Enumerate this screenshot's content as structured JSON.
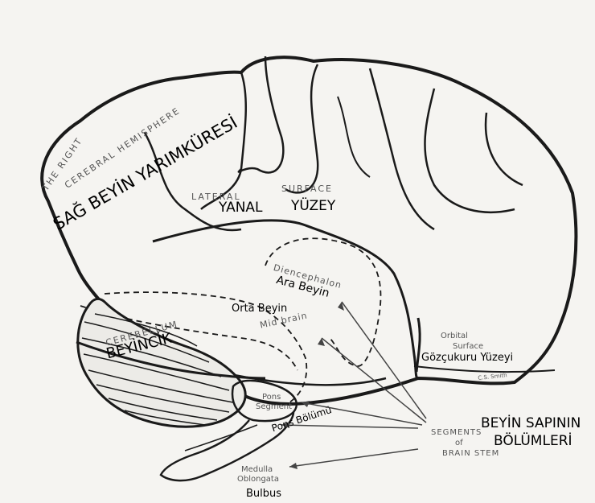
{
  "labels": {
    "right_hemisphere_en_1": "THE RIGHT",
    "right_hemisphere_en_2": "CEREBRAL HEMISPHERE",
    "right_hemisphere_tr": "SAĞ BEYİN YARIMKÜRESİ",
    "lateral_en": "LATERAL",
    "surface_en": "SURFACE",
    "lateral_tr": "YANAL",
    "surface_tr": "YÜZEY",
    "diencephalon_en": "Diencephalon",
    "diencephalon_tr": "Ara Beyin",
    "midbrain_tr": "Orta Beyin",
    "midbrain_en": "Mid brain",
    "cerebellum_en": "CEREBELLUM",
    "cerebellum_tr": "BEYİNCİK",
    "orbital_en_1": "Orbital",
    "orbital_en_2": "Surface",
    "orbital_tr": "Gözçukuru Yüzeyi",
    "signature": "C.S. Smith",
    "pons_en_1": "Pons",
    "pons_en_2": "Segment",
    "pons_tr": "Pons Bölümü",
    "brainstem_tr_1": "BEYİN SAPININ",
    "brainstem_tr_2": "BÖLÜMLERİ",
    "brainstem_en_1": "SEGMENTS",
    "brainstem_en_2": "of",
    "brainstem_en_3": "BRAIN STEM",
    "medulla_en_1": "Medulla",
    "medulla_en_2": "Oblongata",
    "medulla_tr": "Bulbus"
  },
  "colors": {
    "paper": "#f5f4f1",
    "ink": "#1a1a1a",
    "faint_ink": "#555555"
  }
}
